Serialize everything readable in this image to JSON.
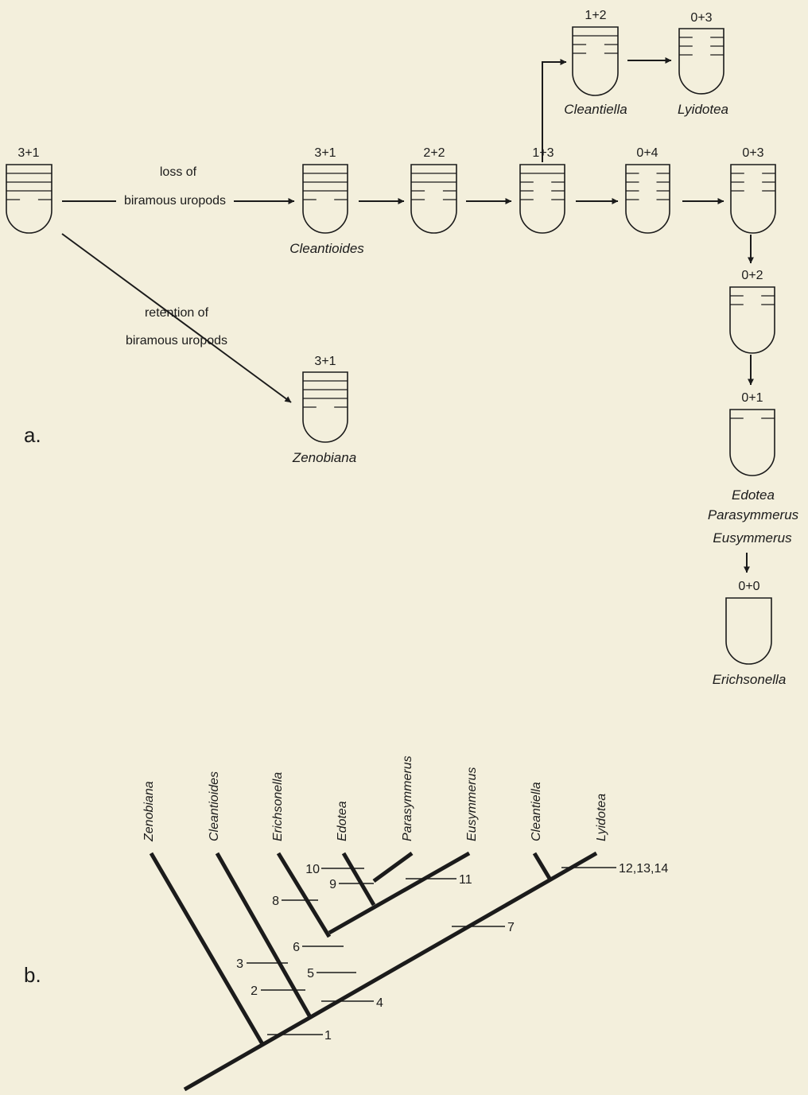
{
  "colors": {
    "background": "#f3efdc",
    "ink": "#1b1b1b"
  },
  "panel_a": {
    "label": "a.",
    "root": {
      "formula": "3+1"
    },
    "branch_loss": {
      "line1": "loss of",
      "line2": "biramous uropods"
    },
    "branch_retention": {
      "line1": "retention of",
      "line2": "biramous uropods"
    },
    "nodes": [
      {
        "id": "cleantioides",
        "formula": "3+1",
        "taxa": [
          "Cleantioides"
        ]
      },
      {
        "id": "s22",
        "formula": "2+2",
        "taxa": []
      },
      {
        "id": "s13",
        "formula": "1+3",
        "taxa": []
      },
      {
        "id": "s04",
        "formula": "0+4",
        "taxa": []
      },
      {
        "id": "s03",
        "formula": "0+3",
        "taxa": []
      },
      {
        "id": "s02",
        "formula": "0+2",
        "taxa": []
      },
      {
        "id": "edotea",
        "formula": "0+1",
        "taxa": [
          "Edotea",
          "Parasymmerus",
          "Eusymmerus"
        ]
      },
      {
        "id": "erichsonella",
        "formula": "0+0",
        "taxa": [
          "Erichsonella"
        ]
      },
      {
        "id": "cleantiella",
        "formula": "1+2",
        "taxa": [
          "Cleantiella"
        ]
      },
      {
        "id": "lyidotea",
        "formula": "0+3",
        "taxa": [
          "Lyidotea"
        ]
      },
      {
        "id": "zenobiana",
        "formula": "3+1",
        "taxa": [
          "Zenobiana"
        ]
      }
    ]
  },
  "panel_b": {
    "label": "b.",
    "taxa": [
      "Zenobiana",
      "Cleantioides",
      "Erichsonella",
      "Edotea",
      "Parasymmerus",
      "Eusymmerus",
      "Cleantiella",
      "Lyidotea"
    ],
    "characters": [
      "1",
      "2",
      "3",
      "4",
      "5",
      "6",
      "7",
      "8",
      "9",
      "10",
      "11",
      "12,13,14"
    ]
  }
}
